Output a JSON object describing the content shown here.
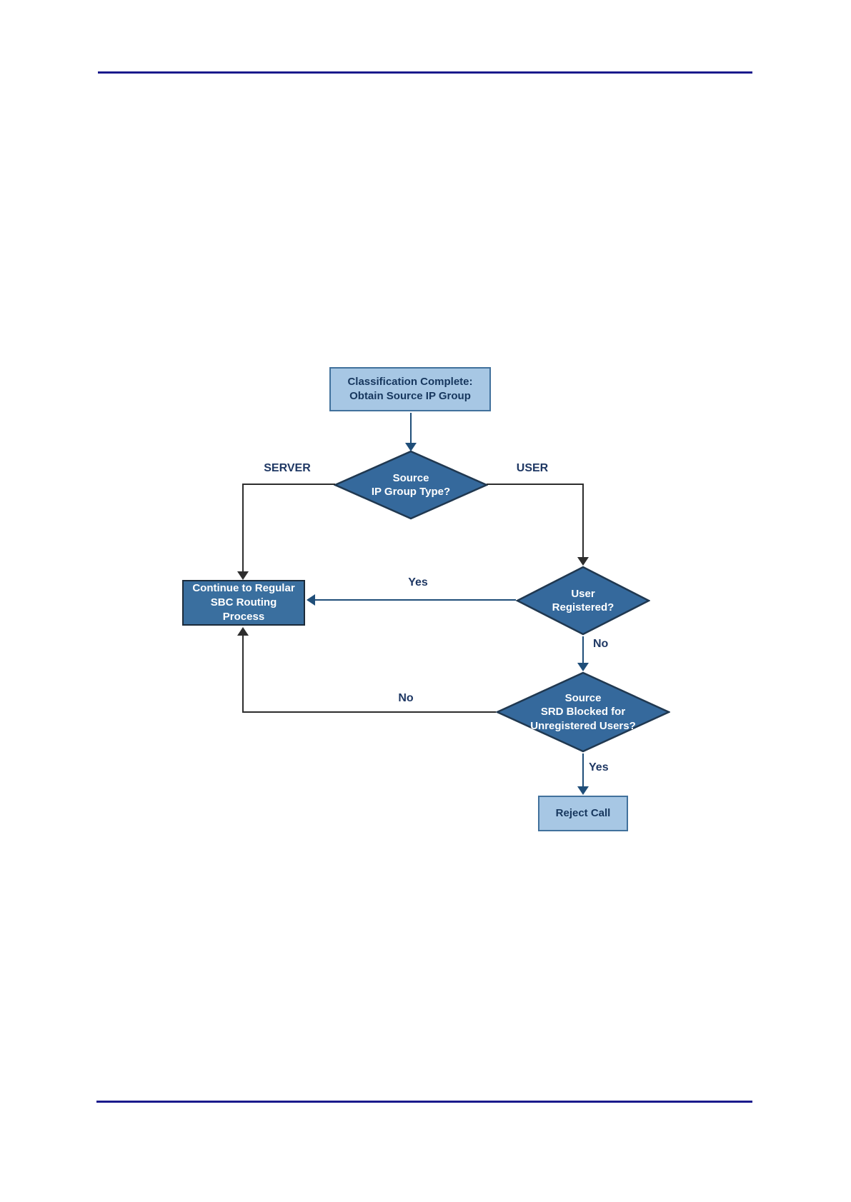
{
  "page": {
    "background": "#ffffff"
  },
  "header": {
    "rule_color": "#1a1a8c"
  },
  "footer": {
    "rule_color": "#1a1a8c"
  },
  "flowchart": {
    "nodes": {
      "start": {
        "text": "Classification Complete:\nObtain Source IP Group"
      },
      "source_ip_group_type": {
        "text": "Source\nIP Group Type?"
      },
      "continue_routing": {
        "text": "Continue to Regular\nSBC Routing\nProcess"
      },
      "user_registered": {
        "text": "User\nRegistered?"
      },
      "srd_blocked": {
        "text": "Source\nSRD Blocked for\nUnregistered Users?"
      },
      "reject_call": {
        "text": "Reject Call"
      }
    },
    "labels": {
      "server": "SERVER",
      "user": "USER",
      "user_registered_yes": "Yes",
      "user_registered_no": "No",
      "srd_blocked_no": "No",
      "srd_blocked_yes": "Yes"
    },
    "colors": {
      "decision_fill": "#35699c",
      "decision_border": "#203850",
      "process_dark_fill": "#3a6f9f",
      "process_dark_border": "#1c2b3a",
      "process_light_fill": "#a7c7e4",
      "process_light_border": "#41719c",
      "process_light_text": "#17375e",
      "branch_label_text": "#1f3864",
      "arrow_navy": "#1f4e79",
      "arrow_dark": "#2d2d2d",
      "page_rule": "#1a1a8c"
    }
  }
}
